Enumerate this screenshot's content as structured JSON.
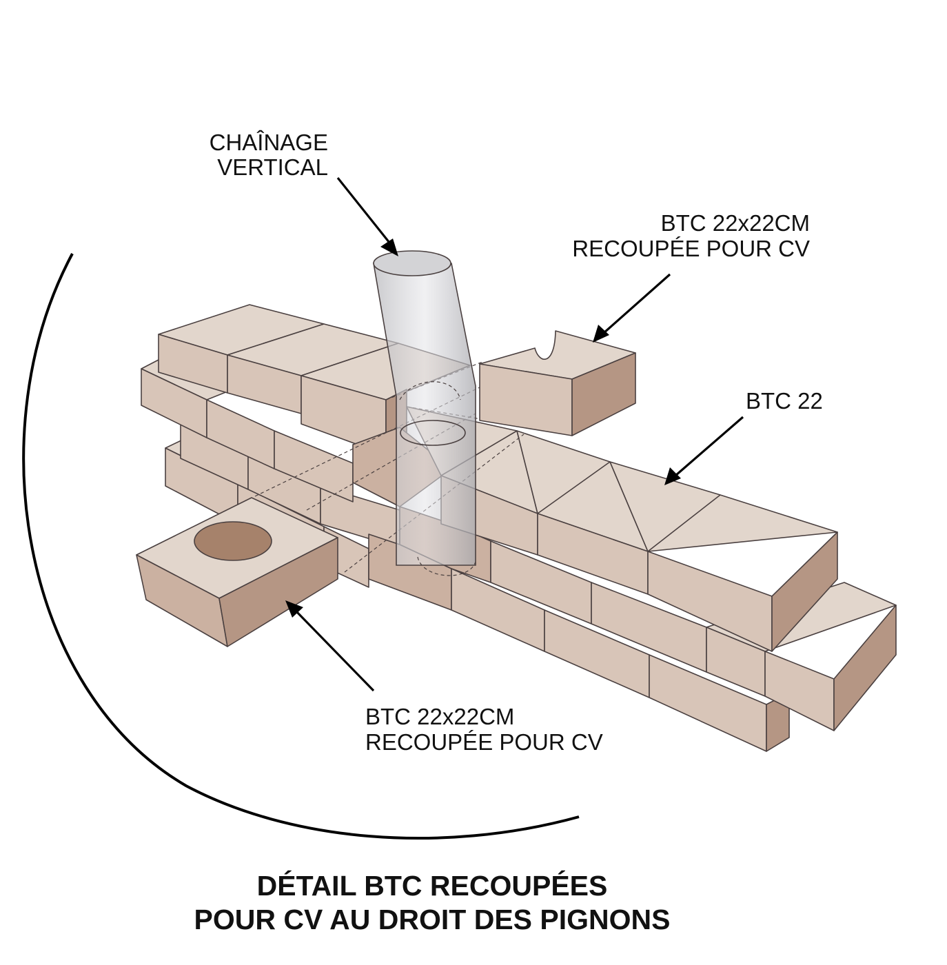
{
  "title": {
    "line1": "DÉTAIL BTC RECOUPÉES",
    "line2": "POUR CV AU DROIT DES PIGNONS"
  },
  "labels": {
    "chainage": {
      "line1": "CHAÎNAGE",
      "line2": "VERTICAL"
    },
    "btc_cut_top": {
      "line1": "BTC 22x22CM",
      "line2": "RECOUPÉE POUR CV"
    },
    "btc_22": {
      "line1": "BTC 22"
    },
    "btc_cut_bottom": {
      "line1": "BTC 22x22CM",
      "line2": "RECOUPÉE POUR CV"
    }
  },
  "colors": {
    "brick_top": "#e2d6cc",
    "brick_front": "#d8c5b8",
    "brick_side": "#b59684",
    "brick_cut": "#cbb1a1",
    "column": "#c9c9cc",
    "outline": "#4a4040",
    "ink": "#000000"
  }
}
